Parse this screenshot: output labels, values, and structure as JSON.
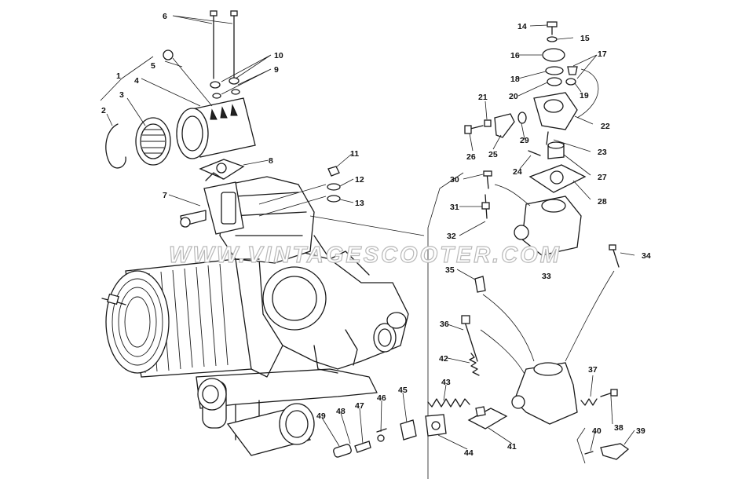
{
  "watermark": "WWW.VINTAGESCOOTER.COM",
  "callouts": [
    {
      "n": "1"
    },
    {
      "n": "2"
    },
    {
      "n": "3"
    },
    {
      "n": "4"
    },
    {
      "n": "5"
    },
    {
      "n": "6"
    },
    {
      "n": "7"
    },
    {
      "n": "8"
    },
    {
      "n": "9"
    },
    {
      "n": "10"
    },
    {
      "n": "11"
    },
    {
      "n": "12"
    },
    {
      "n": "13"
    },
    {
      "n": "14"
    },
    {
      "n": "15"
    },
    {
      "n": "16"
    },
    {
      "n": "17"
    },
    {
      "n": "18"
    },
    {
      "n": "19"
    },
    {
      "n": "20"
    },
    {
      "n": "21"
    },
    {
      "n": "22"
    },
    {
      "n": "23"
    },
    {
      "n": "24"
    },
    {
      "n": "25"
    },
    {
      "n": "26"
    },
    {
      "n": "27"
    },
    {
      "n": "28"
    },
    {
      "n": "29"
    },
    {
      "n": "30"
    },
    {
      "n": "31"
    },
    {
      "n": "32"
    },
    {
      "n": "33"
    },
    {
      "n": "34"
    },
    {
      "n": "35"
    },
    {
      "n": "36"
    },
    {
      "n": "37"
    },
    {
      "n": "38"
    },
    {
      "n": "39"
    },
    {
      "n": "40"
    },
    {
      "n": "41"
    },
    {
      "n": "42"
    },
    {
      "n": "43"
    },
    {
      "n": "44"
    },
    {
      "n": "45"
    },
    {
      "n": "46"
    },
    {
      "n": "47"
    },
    {
      "n": "48"
    },
    {
      "n": "49"
    }
  ]
}
